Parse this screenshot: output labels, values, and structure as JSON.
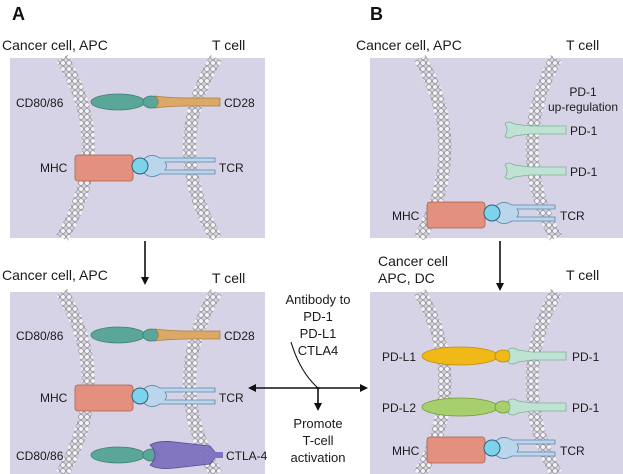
{
  "panels": {
    "A": {
      "letter": "A",
      "top": {
        "left_title": "Cancer cell, APC",
        "right_title": "T cell",
        "labels": {
          "cd80": "CD80/86",
          "cd28": "CD28",
          "mhc": "MHC",
          "tcr": "TCR"
        }
      },
      "bottom": {
        "left_title": "Cancer cell, APC",
        "right_title": "T cell",
        "labels": {
          "cd80a": "CD80/86",
          "cd28": "CD28",
          "mhc": "MHC",
          "tcr": "TCR",
          "cd80b": "CD80/86",
          "ctla4": "CTLA-4"
        }
      }
    },
    "B": {
      "letter": "B",
      "top": {
        "left_title": "Cancer cell, APC",
        "right_title": "T cell",
        "note_line1": "PD-1",
        "note_line2": "up-regulation",
        "labels": {
          "pd1a": "PD-1",
          "pd1b": "PD-1",
          "mhc": "MHC",
          "tcr": "TCR"
        }
      },
      "bottom": {
        "left_title_line1": "Cancer cell",
        "left_title_line2": "APC, DC",
        "right_title": "T cell",
        "labels": {
          "pdl1": "PD-L1",
          "pd1a": "PD-1",
          "pdl2": "PD-L2",
          "pd1b": "PD-1",
          "mhc": "MHC",
          "tcr": "TCR"
        }
      }
    }
  },
  "center": {
    "antibody_lines": [
      "Antibody to",
      "PD-1",
      "PD-L1",
      "CTLA4"
    ],
    "promote_lines": [
      "Promote",
      "T-cell",
      "activation"
    ]
  },
  "colors": {
    "panel_bg": "#d7d3e6",
    "membrane": "#9a9a9a",
    "cd80": "#5aa79a",
    "cd28": "#dba865",
    "mhc": "#e3907f",
    "tcr": "#b9d6ec",
    "tcr_ball": "#7dd3ea",
    "pd1": "#bfe3d3",
    "pdl1": "#f1b918",
    "pdl2": "#a7cf6b",
    "ctla4": "#7f72c0"
  }
}
